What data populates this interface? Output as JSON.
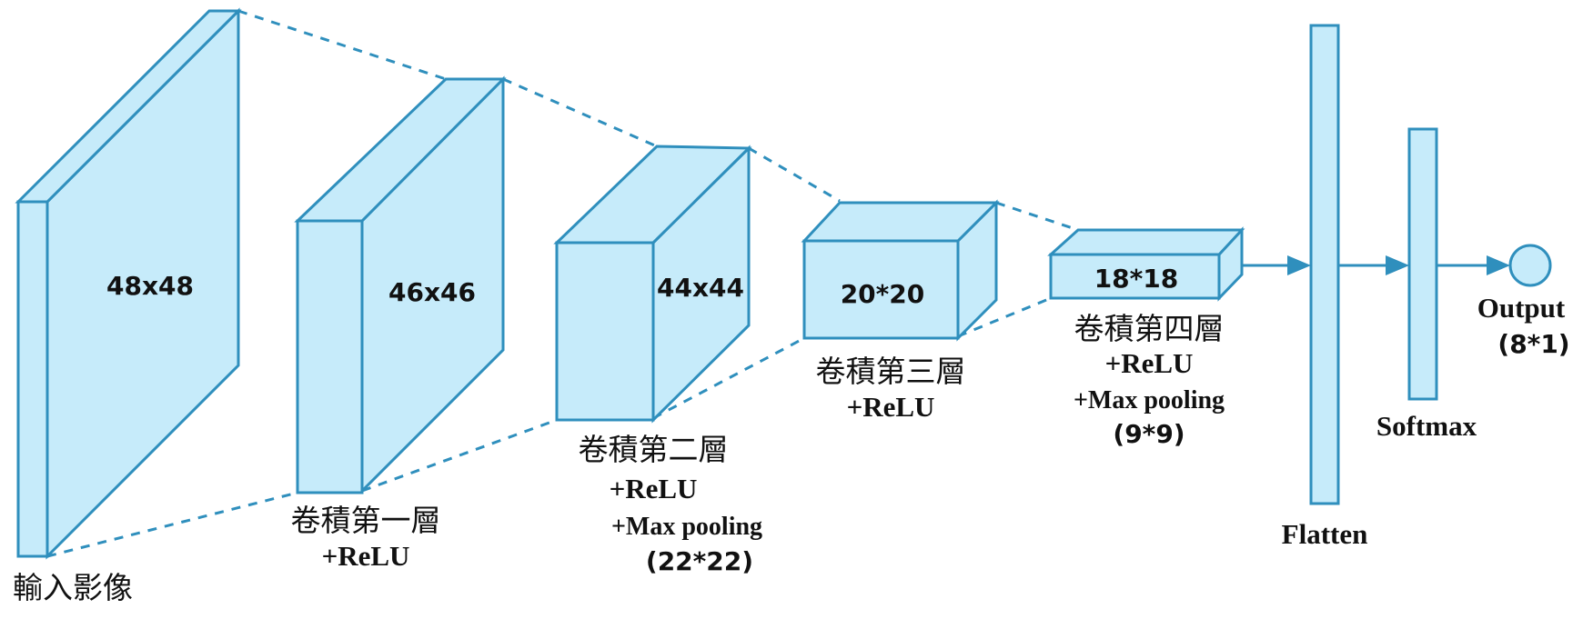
{
  "input": {
    "dims": "48x48",
    "label": "輸入影像"
  },
  "conv1": {
    "dims": "46x46",
    "label": "卷積第一層",
    "activation": "+ReLU"
  },
  "conv2": {
    "dims": "44x44",
    "label": "卷積第二層",
    "activation": "+ReLU",
    "pooling": "+Max pooling",
    "pool_size": "(22*22)"
  },
  "conv3": {
    "dims": "20*20",
    "label": "卷積第三層",
    "activation": "+ReLU"
  },
  "conv4": {
    "dims": "18*18",
    "label": "卷積第四層",
    "activation": "+ReLU",
    "pooling": "+Max pooling",
    "pool_size": "(9*9)"
  },
  "flatten": {
    "label": "Flatten"
  },
  "softmax": {
    "label": "Softmax"
  },
  "output": {
    "label": "Output",
    "size": "(8*1)"
  },
  "colors": {
    "fill": "#c6ebfa",
    "stroke": "#2f8fbd"
  }
}
